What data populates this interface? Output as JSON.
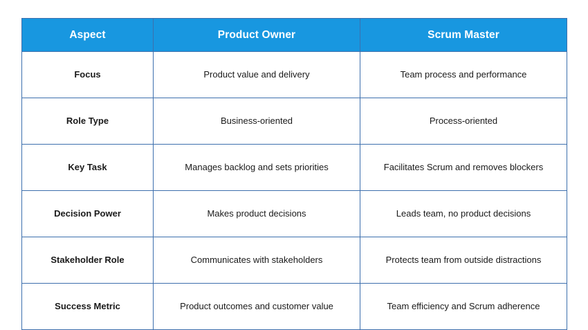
{
  "table": {
    "columns": [
      {
        "key": "aspect",
        "label": "Aspect"
      },
      {
        "key": "product_owner",
        "label": "Product Owner"
      },
      {
        "key": "scrum_master",
        "label": "Scrum Master"
      }
    ],
    "rows": [
      {
        "aspect": "Focus",
        "product_owner": "Product value and delivery",
        "scrum_master": "Team process and performance"
      },
      {
        "aspect": "Role Type",
        "product_owner": "Business-oriented",
        "scrum_master": "Process-oriented"
      },
      {
        "aspect": "Key Task",
        "product_owner": "Manages backlog and sets priorities",
        "scrum_master": "Facilitates Scrum and removes blockers"
      },
      {
        "aspect": "Decision Power",
        "product_owner": "Makes product decisions",
        "scrum_master": "Leads team, no product decisions"
      },
      {
        "aspect": "Stakeholder Role",
        "product_owner": "Communicates with stakeholders",
        "scrum_master": "Protects team from outside distractions"
      },
      {
        "aspect": "Success Metric",
        "product_owner": "Product outcomes and customer value",
        "scrum_master": "Team efficiency and Scrum adherence"
      }
    ]
  },
  "colors": {
    "header_background": "#1897e0",
    "header_text": "#ffffff",
    "border": "#3d6fad",
    "body_text": "#1a1a1a",
    "page_background": "#ffffff"
  }
}
